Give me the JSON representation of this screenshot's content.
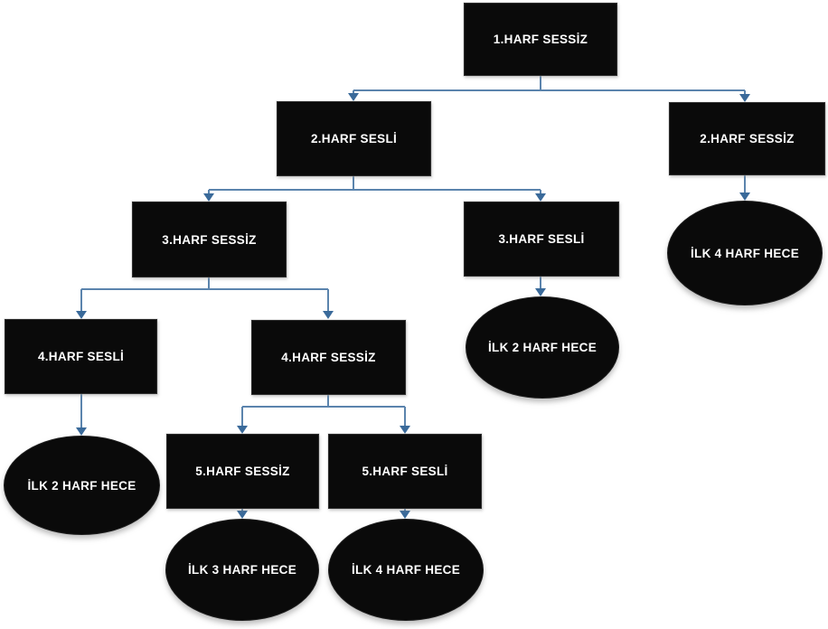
{
  "diagram": {
    "kind": "flowchart-decision-tree",
    "language": "tr",
    "colors": {
      "background": "#ffffff",
      "node_fill": "#0a0a0a",
      "node_text": "#ffffff",
      "connector_line": "#5b84ad",
      "connector_arrow": "#3a6a9a"
    },
    "nodes": [
      {
        "id": "n1",
        "label": "1.HARF SESSİZ",
        "shape": "rectangle"
      },
      {
        "id": "n2",
        "label": "2.HARF SESLİ",
        "shape": "rectangle"
      },
      {
        "id": "n3",
        "label": "2.HARF SESSİZ",
        "shape": "rectangle"
      },
      {
        "id": "n4",
        "label": "3.HARF SESSİZ",
        "shape": "rectangle"
      },
      {
        "id": "n5",
        "label": "3.HARF SESLİ",
        "shape": "rectangle"
      },
      {
        "id": "n6",
        "label": "İLK 4 HARF HECE",
        "shape": "ellipse"
      },
      {
        "id": "n7",
        "label": "4.HARF SESLİ",
        "shape": "rectangle"
      },
      {
        "id": "n8",
        "label": "4.HARF SESSİZ",
        "shape": "rectangle"
      },
      {
        "id": "n9",
        "label": "İLK 2 HARF HECE",
        "shape": "ellipse"
      },
      {
        "id": "n10",
        "label": "İLK 2 HARF HECE",
        "shape": "ellipse"
      },
      {
        "id": "n11",
        "label": "5.HARF SESSİZ",
        "shape": "rectangle"
      },
      {
        "id": "n12",
        "label": "5.HARF SESLİ",
        "shape": "rectangle"
      },
      {
        "id": "n13",
        "label": "İLK 3 HARF HECE",
        "shape": "ellipse"
      },
      {
        "id": "n14",
        "label": "İLK 4 HARF HECE",
        "shape": "ellipse"
      }
    ],
    "edges": [
      {
        "from": "n1",
        "to": "n2"
      },
      {
        "from": "n1",
        "to": "n3"
      },
      {
        "from": "n2",
        "to": "n4"
      },
      {
        "from": "n2",
        "to": "n5"
      },
      {
        "from": "n3",
        "to": "n6"
      },
      {
        "from": "n4",
        "to": "n7"
      },
      {
        "from": "n4",
        "to": "n8"
      },
      {
        "from": "n5",
        "to": "n9"
      },
      {
        "from": "n7",
        "to": "n10"
      },
      {
        "from": "n8",
        "to": "n11"
      },
      {
        "from": "n8",
        "to": "n12"
      },
      {
        "from": "n11",
        "to": "n13"
      },
      {
        "from": "n12",
        "to": "n14"
      }
    ]
  }
}
